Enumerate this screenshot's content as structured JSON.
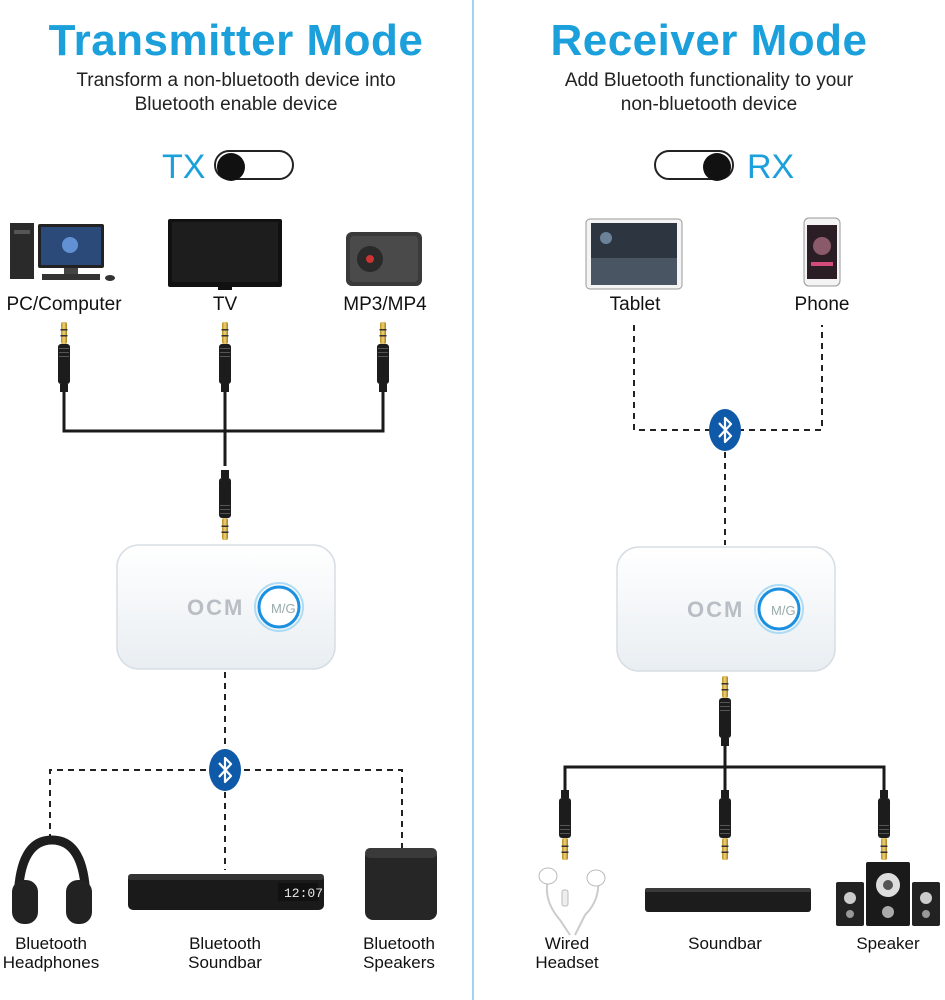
{
  "left": {
    "title": "Transmitter Mode",
    "subtitle_line1": "Transform a non-bluetooth device into",
    "subtitle_line2": "Bluetooth enable device",
    "mode_label": "TX",
    "sources": [
      {
        "label": "PC/Computer",
        "icon": "computer-icon"
      },
      {
        "label": "TV",
        "icon": "tv-icon"
      },
      {
        "label": "MP3/MP4",
        "icon": "mp3-player-icon"
      }
    ],
    "outputs": [
      {
        "line1": "Bluetooth",
        "line2": "Headphones",
        "icon": "headphones-icon"
      },
      {
        "line1": "Bluetooth",
        "line2": "Soundbar",
        "icon": "soundbar-icon",
        "display": "12:07"
      },
      {
        "line1": "Bluetooth",
        "line2": "Speakers",
        "icon": "speaker-icon"
      }
    ]
  },
  "right": {
    "title": "Receiver Mode",
    "subtitle_line1": "Add Bluetooth functionality to your",
    "subtitle_line2": "non-bluetooth device",
    "mode_label": "RX",
    "sources": [
      {
        "label": "Tablet",
        "icon": "tablet-icon"
      },
      {
        "label": "Phone",
        "icon": "phone-icon"
      }
    ],
    "outputs": [
      {
        "line1": "Wired",
        "line2": "Headset",
        "icon": "earphones-icon"
      },
      {
        "line1": "Soundbar",
        "line2": "",
        "icon": "soundbar-icon"
      },
      {
        "line1": "Speaker",
        "line2": "",
        "icon": "speaker-system-icon"
      }
    ]
  },
  "device": {
    "logo": "OCM",
    "button": "M/G"
  },
  "colors": {
    "accent": "#1ba0dc",
    "bluetooth": "#0f5aa8",
    "cable": "#1a1a1a",
    "plug": "#d9b24a"
  }
}
